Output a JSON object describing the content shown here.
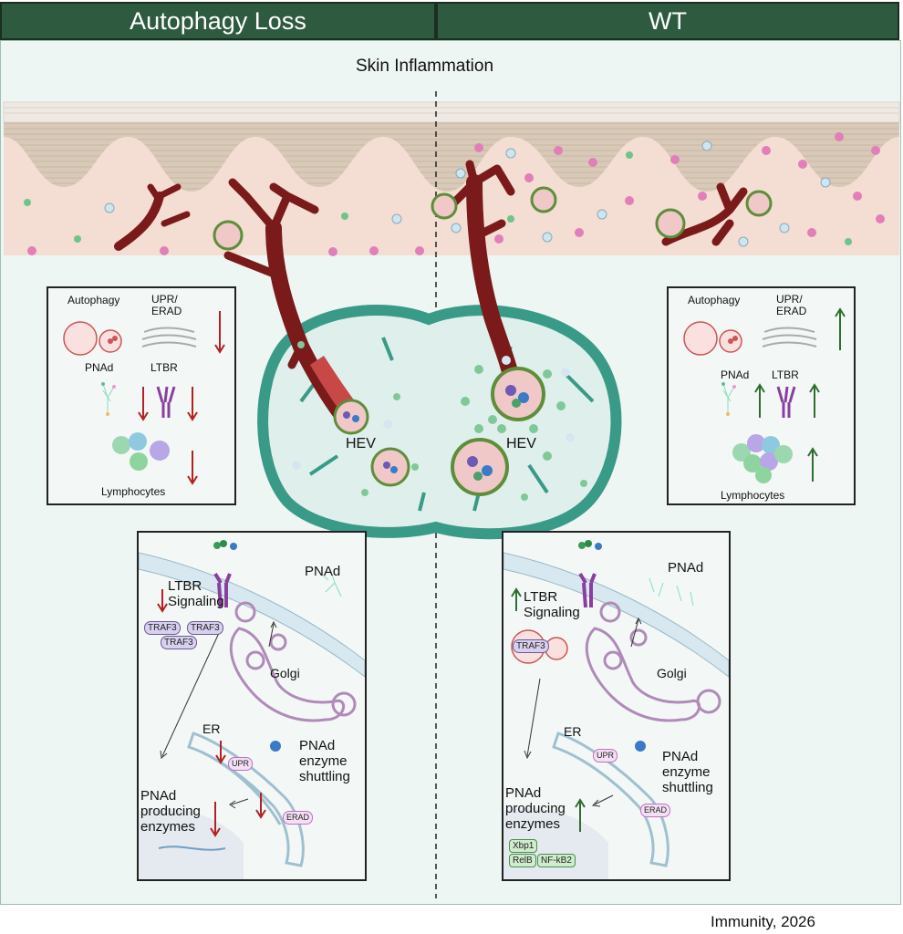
{
  "headers": {
    "left": "Autophagy Loss",
    "right": "WT"
  },
  "title": "Skin Inflammation",
  "hev_label": "HEV",
  "left_box": {
    "autophagy": "Autophagy",
    "upr": "UPR/\nERAD",
    "pnad": "PNAd",
    "ltbr": "LTBR",
    "lymphocytes": "Lymphocytes",
    "direction": "down"
  },
  "right_box": {
    "autophagy": "Autophagy",
    "upr": "UPR/\nERAD",
    "pnad": "PNAd",
    "ltbr": "LTBR",
    "lymphocytes": "Lymphocytes",
    "direction": "up"
  },
  "left_cell": {
    "pnad": "PNAd",
    "ltbr_signaling": "LTBR\nSignaling",
    "traf3": "TRAF3",
    "golgi": "Golgi",
    "er": "ER",
    "upr": "UPR",
    "erad": "ERAD",
    "shuttling": "PNAd\nenzyme\nshuttling",
    "producing": "PNAd\nproducing\nenzymes"
  },
  "right_cell": {
    "pnad": "PNAd",
    "ltbr_signaling": "LTBR\nSignaling",
    "traf3": "TRAF3",
    "golgi": "Golgi",
    "er": "ER",
    "upr": "UPR",
    "erad": "ERAD",
    "shuttling": "PNAd\nenzyme\nshuttling",
    "producing": "PNAd\nproducing\nenzymes",
    "xbp1": "Xbp1",
    "relb": "RelB",
    "nfkb2": "NF-kB2"
  },
  "citation": "Immunity, 2026",
  "colors": {
    "header": "#2e5a3f",
    "up_arrow": "#2e6e2e",
    "down_arrow": "#b22222",
    "vessel": "#7a1a1a",
    "hev_wall": "#3a9a88",
    "background": "#eef6f3"
  }
}
